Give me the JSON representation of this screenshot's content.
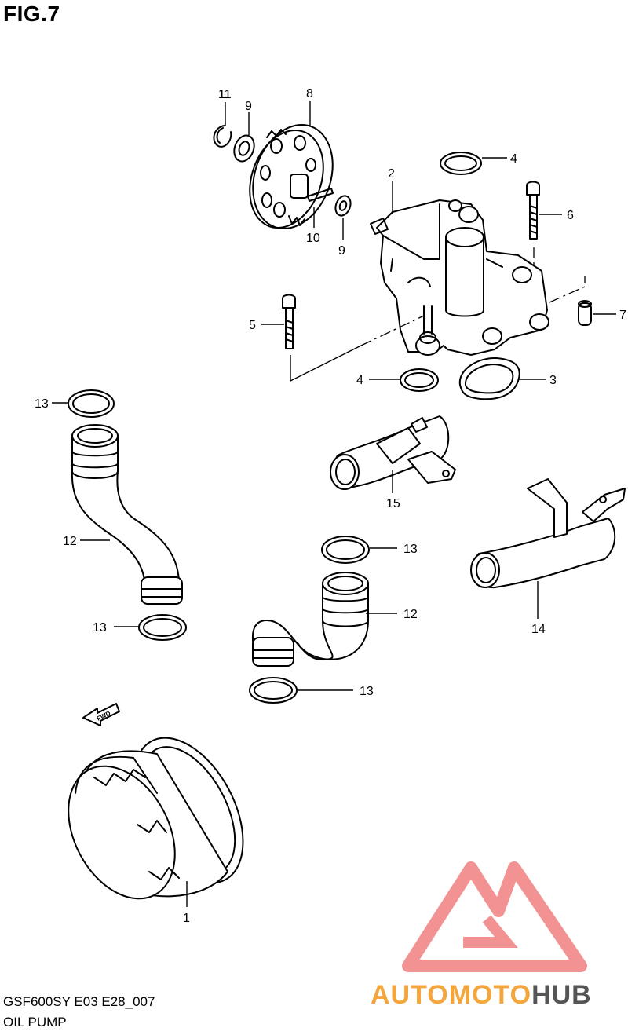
{
  "figure": {
    "title": "FIG.7"
  },
  "callouts": [
    {
      "id": "c-11",
      "text": "11"
    },
    {
      "id": "c-9a",
      "text": "9"
    },
    {
      "id": "c-8",
      "text": "8"
    },
    {
      "id": "c-4a",
      "text": "4"
    },
    {
      "id": "c-2",
      "text": "2"
    },
    {
      "id": "c-6",
      "text": "6"
    },
    {
      "id": "c-10",
      "text": "10"
    },
    {
      "id": "c-9b",
      "text": "9"
    },
    {
      "id": "c-5",
      "text": "5"
    },
    {
      "id": "c-7",
      "text": "7"
    },
    {
      "id": "c-4b",
      "text": "4"
    },
    {
      "id": "c-3",
      "text": "3"
    },
    {
      "id": "c-13a",
      "text": "13"
    },
    {
      "id": "c-15",
      "text": "15"
    },
    {
      "id": "c-12a",
      "text": "12"
    },
    {
      "id": "c-13b",
      "text": "13"
    },
    {
      "id": "c-13c",
      "text": "13"
    },
    {
      "id": "c-12b",
      "text": "12"
    },
    {
      "id": "c-14",
      "text": "14"
    },
    {
      "id": "c-13d",
      "text": "13"
    },
    {
      "id": "c-1",
      "text": "1"
    }
  ],
  "fwd_label": "FWD",
  "footer": {
    "catalog_code": "GSF600SY E03 E28_007",
    "section_name": "OIL PUMP"
  },
  "watermark": {
    "part1": "AUTOMOTO",
    "part2": "HUB",
    "color_primary": "#f4a53c",
    "color_secondary": "#555555",
    "logo_color": "#f08080"
  }
}
